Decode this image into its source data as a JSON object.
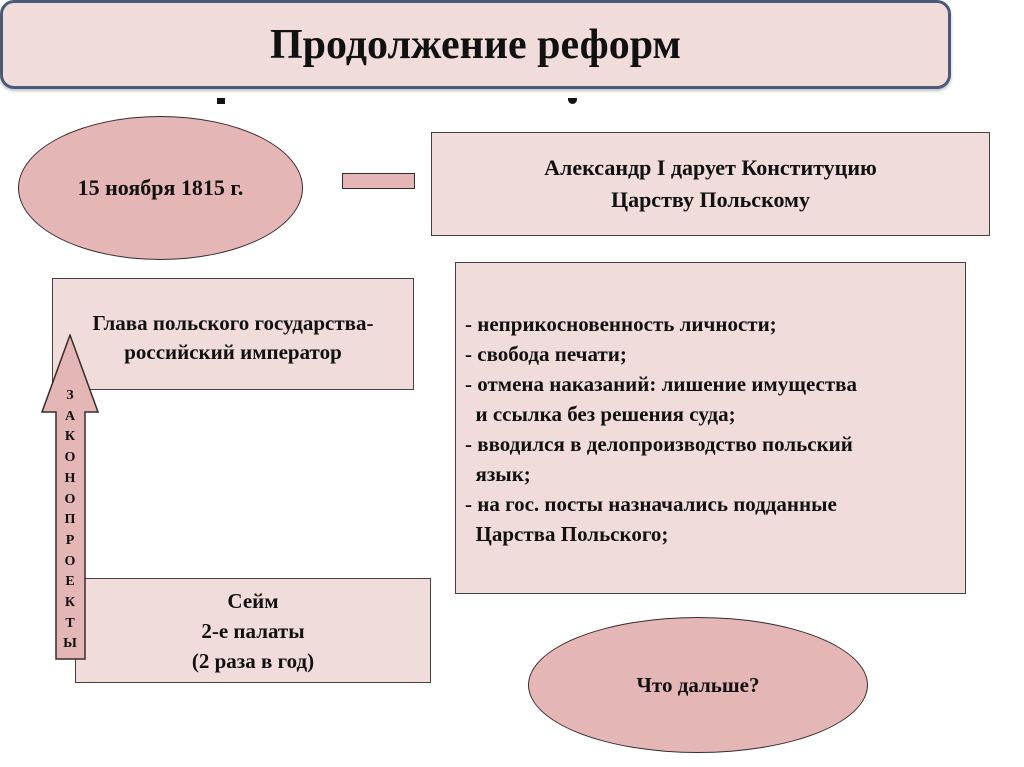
{
  "title": "Продолжение реформ",
  "date_ellipse": "15 ноября 1815 г.",
  "constitution_box": {
    "lines": [
      "Александр I дарует Конституцию",
      "Царству Польскому"
    ]
  },
  "head_of_state_box": {
    "lines": [
      "Глава польского государства-",
      "российский император"
    ]
  },
  "arrow_label_letters": [
    "З",
    "А",
    "К",
    "О",
    "Н",
    "О",
    "П",
    "Р",
    "О",
    "Е",
    "К",
    "Т",
    "Ы"
  ],
  "rights_list": {
    "lines": [
      "- неприкосновенность личности;",
      "- свобода печати;",
      "- отмена наказаний: лишение имущества",
      "  и ссылка без решения суда;",
      "- вводился в делопроизводство польский",
      "  язык;",
      "- на гос. посты назначались подданные",
      "  Царства Польского;"
    ]
  },
  "sejm_box": {
    "lines": [
      "Сейм",
      "2-е палаты",
      "(2 раза в год)"
    ]
  },
  "next_ellipse": "Что дальше?",
  "colors": {
    "box_fill": "#f1dcdc",
    "ellipse_fill": "#e4b6b6",
    "title_border": "#4a5a78",
    "outline": "#3a2b2b"
  }
}
